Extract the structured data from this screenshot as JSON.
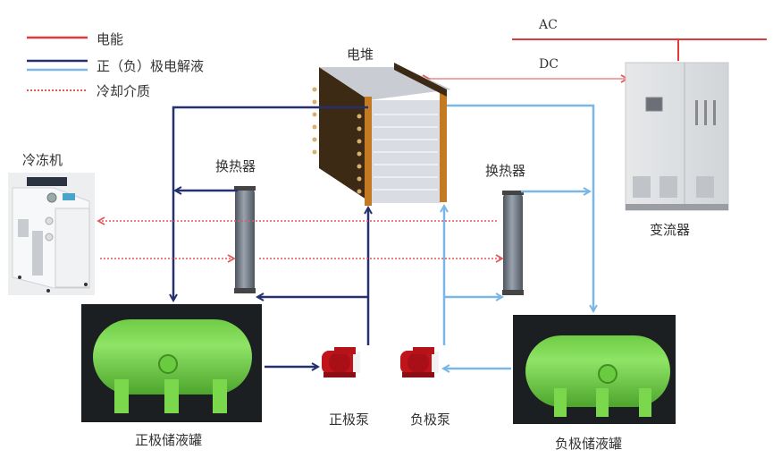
{
  "legend": {
    "items": [
      {
        "label": "电能",
        "kind": "electric",
        "color": "#e03a3a"
      },
      {
        "label": "正（负）极电解液",
        "kind": "electrolyte",
        "colors": [
          "#26306e",
          "#7ab7e6"
        ]
      },
      {
        "label": "冷却介质",
        "kind": "coolant",
        "color": "#e05a5a"
      }
    ]
  },
  "components": {
    "stack": "电堆",
    "converter": "变流器",
    "chiller": "冷冻机",
    "heat_exchanger_left": "换热器",
    "heat_exchanger_right": "换热器",
    "positive_tank": "正极储液罐",
    "negative_tank": "负极储液罐",
    "positive_pump": "正极泵",
    "negative_pump": "负极泵"
  },
  "power_lines": {
    "ac": "AC",
    "dc": "DC"
  },
  "colors": {
    "electric": "#e03a3a",
    "positive_electrolyte": "#26306e",
    "negative_electrolyte": "#7ab7e6",
    "coolant": "#e05a5a",
    "tank_green": "#7ed957",
    "pump_red": "#c0141c"
  }
}
